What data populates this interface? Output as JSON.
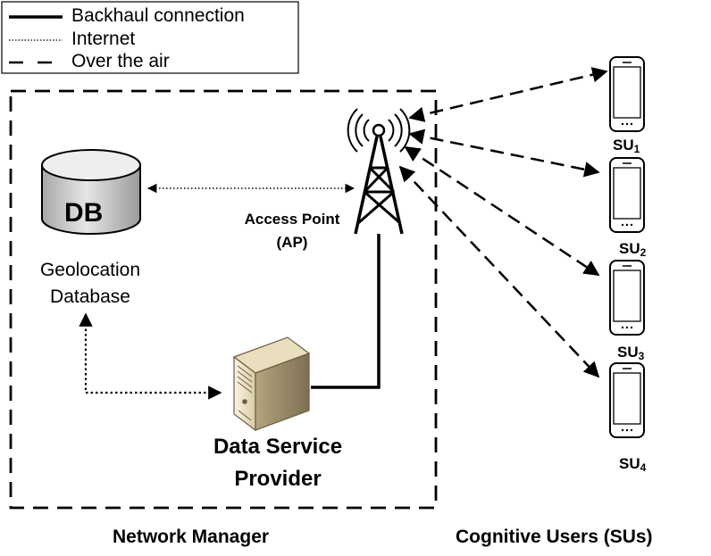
{
  "legend": {
    "backhaul": "Backhaul connection",
    "internet": "Internet",
    "over_air": "Over the air"
  },
  "db": {
    "badge": "DB",
    "label_line1": "Geolocation",
    "label_line2": "Database"
  },
  "ap": {
    "label_line1": "Access Point",
    "label_line2": "(AP)"
  },
  "dsp": {
    "label_line1": "Data Service",
    "label_line2": "Provider"
  },
  "sus": [
    {
      "base": "SU",
      "sub": "1"
    },
    {
      "base": "SU",
      "sub": "2"
    },
    {
      "base": "SU",
      "sub": "3"
    },
    {
      "base": "SU",
      "sub": "4"
    }
  ],
  "captions": {
    "network_manager": "Network Manager",
    "cognitive_users": "Cognitive Users (SUs)"
  },
  "colors": {
    "line": "#000000",
    "db_top": "#f2f2f2",
    "db_body": "#c8c8c8",
    "server_light": "#f3ecd8",
    "server_dark": "#a99a78"
  }
}
